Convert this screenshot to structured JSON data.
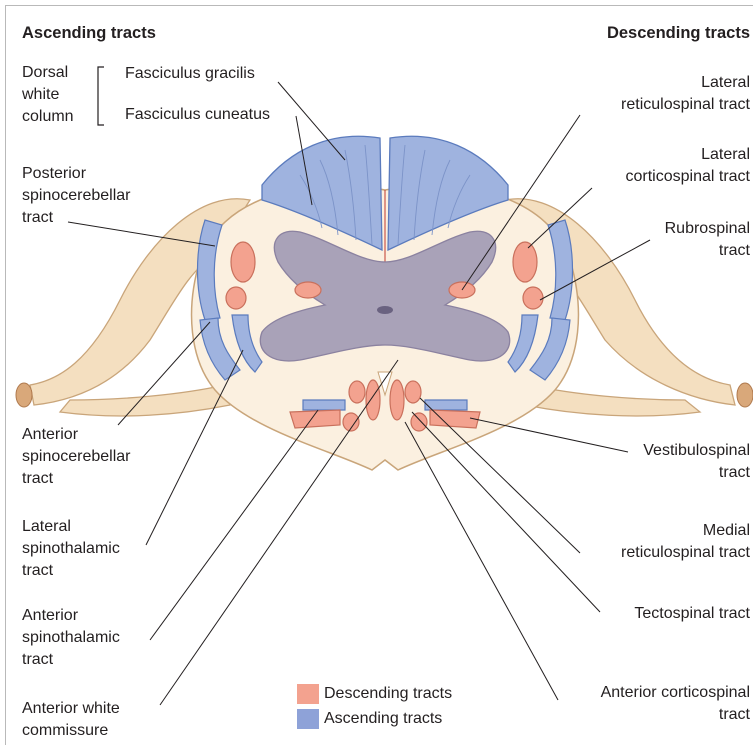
{
  "headers": {
    "ascending": "Ascending tracts",
    "descending": "Descending tracts"
  },
  "left_labels": {
    "dorsal_white_column": "Dorsal\nwhite\ncolumn",
    "fasciculus_gracilis": "Fasciculus gracilis",
    "fasciculus_cuneatus": "Fasciculus cuneatus",
    "posterior_spinocerebellar": "Posterior\nspinocerebellar\ntract",
    "anterior_spinocerebellar": "Anterior\nspinocerebellar\ntract",
    "lateral_spinothalamic": "Lateral\nspinothalamic\ntract",
    "anterior_spinothalamic": "Anterior\nspinothalamic\ntract",
    "anterior_white_commissure": "Anterior white\ncommissure"
  },
  "right_labels": {
    "lateral_reticulospinal": "Lateral\nreticulospinal tract",
    "lateral_corticospinal": "Lateral\ncorticospinal tract",
    "rubrospinal": "Rubrospinal\ntract",
    "vestibulospinal": "Vestibulospinal\ntract",
    "medial_reticulospinal": "Medial\nreticulospinal tract",
    "tectospinal": "Tectospinal tract",
    "anterior_corticospinal": "Anterior corticospinal\ntract"
  },
  "legend": {
    "descending": "Descending tracts",
    "ascending": "Ascending tracts"
  },
  "colors": {
    "descending_fill": "#f3a28f",
    "ascending_fill": "#9fb3df",
    "grey_matter": "#a9a2b8",
    "white_matter": "#fbf0e0",
    "nerve_roots": "#f4dfc0",
    "outline": "#c9a57a"
  }
}
